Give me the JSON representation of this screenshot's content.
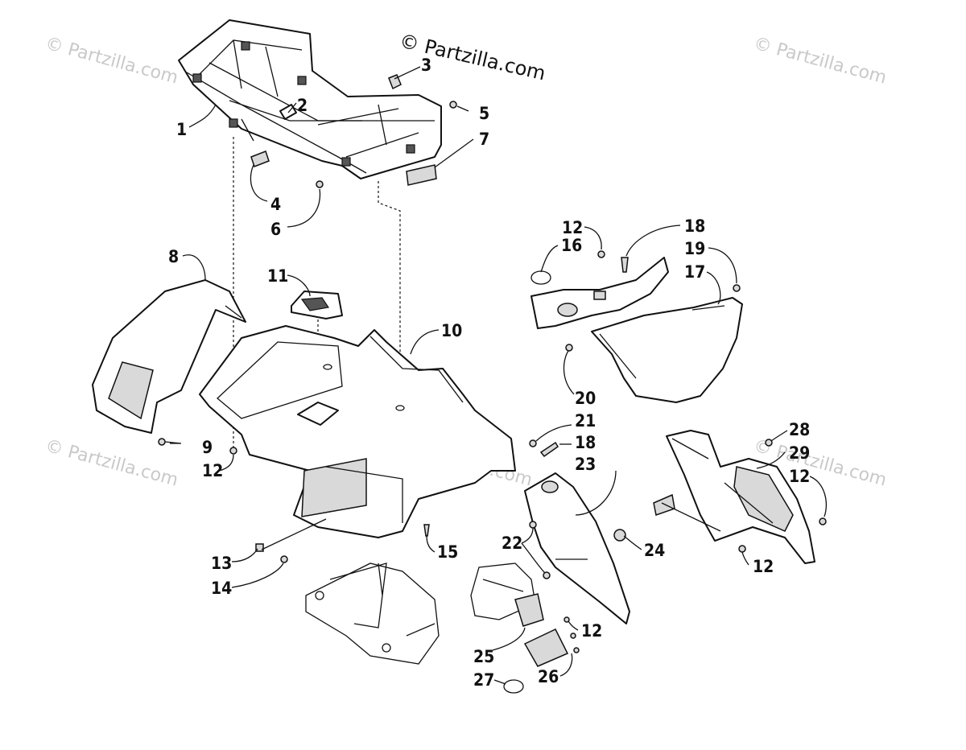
{
  "copyright": "© Partzilla.com",
  "watermark": "© Partzilla.com",
  "callouts": {
    "c1": "1",
    "c2": "2",
    "c3": "3",
    "c4": "4",
    "c5": "5",
    "c6": "6",
    "c7": "7",
    "c8": "8",
    "c9": "9",
    "c10": "10",
    "c11": "11",
    "c12a": "12",
    "c12b": "12",
    "c12c": "12",
    "c12d": "12",
    "c12e": "12",
    "c13": "13",
    "c14": "14",
    "c15": "15",
    "c16": "16",
    "c17": "17",
    "c18a": "18",
    "c18b": "18",
    "c19": "19",
    "c20": "20",
    "c21": "21",
    "c22": "22",
    "c23": "23",
    "c24": "24",
    "c25": "25",
    "c26": "26",
    "c27": "27",
    "c28": "28",
    "c29": "29"
  }
}
